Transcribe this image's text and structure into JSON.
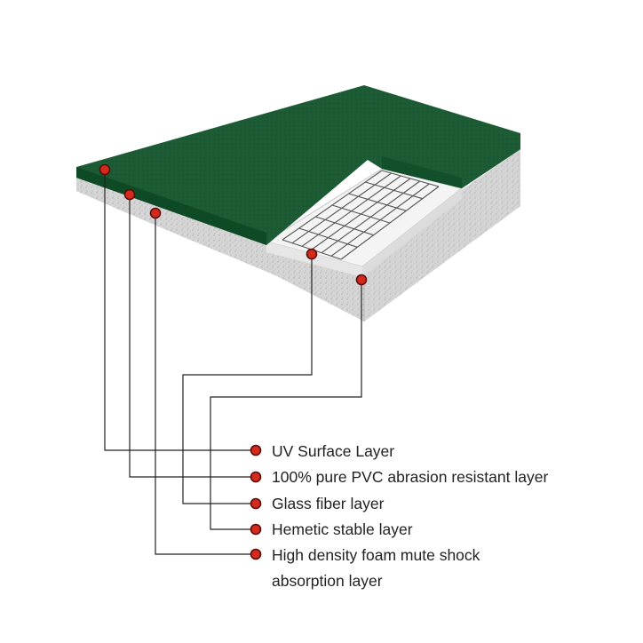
{
  "colors": {
    "surface": "#1c5b34",
    "surface_edge": "#0f4a26",
    "marker_fill": "#d42a1e",
    "marker_stroke": "#5a0d08",
    "leader_line": "#222222",
    "foam": "#d9d9d9",
    "glass_fiber": "#f2f2f2",
    "grid_line": "#555555"
  },
  "layers": [
    {
      "id": "uv-surface",
      "label": "UV Surface Layer"
    },
    {
      "id": "pvc-abrasion",
      "label": "100% pure PVC abrasion resistant layer"
    },
    {
      "id": "glass-fiber",
      "label": "Glass fiber layer"
    },
    {
      "id": "hemetic-stable",
      "label": "Hemetic stable layer"
    },
    {
      "id": "foam-shock",
      "label": "High density foam mute shock absorption layer"
    }
  ]
}
